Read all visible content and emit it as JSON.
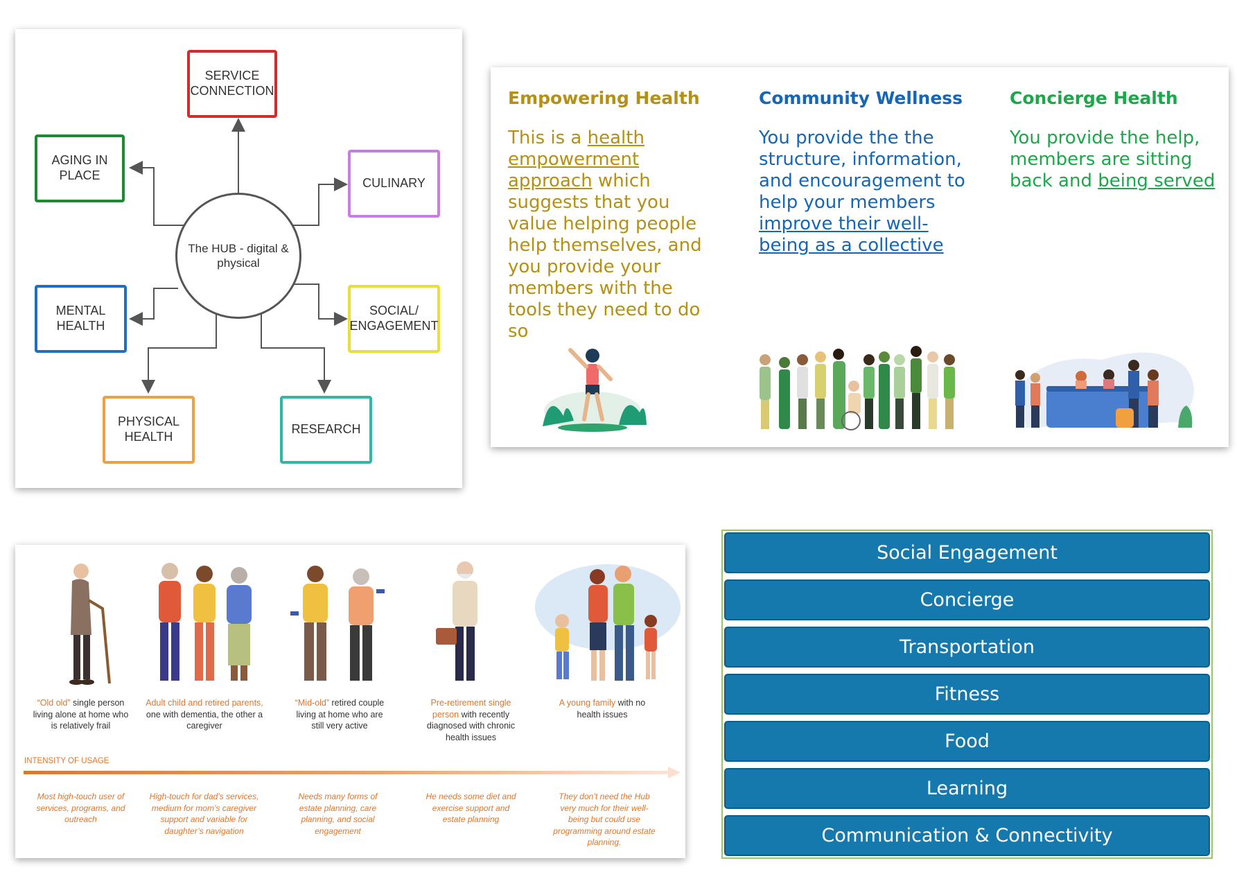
{
  "hub": {
    "center": "The HUB - digital & physical",
    "boxes": {
      "service_connection": {
        "label": "SERVICE CONNECTION",
        "color": "#d42a2a"
      },
      "aging_in_place": {
        "label": "AGING IN PLACE",
        "color": "#1e8a33"
      },
      "culinary": {
        "label": "CULINARY",
        "color": "#c77ee0"
      },
      "mental_health": {
        "label": "MENTAL HEALTH",
        "color": "#1f6fc4"
      },
      "social_engagement": {
        "label": "SOCIAL/ ENGAGEMENT",
        "color": "#e8df3a"
      },
      "physical_health": {
        "label": "PHYSICAL HEALTH",
        "color": "#f0a040"
      },
      "research": {
        "label": "RESEARCH",
        "color": "#2fb8a6"
      }
    }
  },
  "models": {
    "empowering": {
      "title": "Empowering Health",
      "color": "#b59012",
      "body_pre": "This is a ",
      "body_link": "health empowerment approach",
      "body_post": " which suggests that you value helping people help themselves, and you provide your members with the tools they need to do so"
    },
    "community": {
      "title": "Community Wellness",
      "color": "#1566b7",
      "body_pre": "You provide the the structure, information, and encouragement to help your members ",
      "body_link": "improve their well-being as a collective",
      "body_post": ""
    },
    "concierge": {
      "title": "Concierge Health",
      "color": "#1ca84a",
      "body_pre": "You provide the help, members are sitting back and ",
      "body_link": "being served",
      "body_post": ""
    }
  },
  "personas": {
    "intensity_label": "INTENSITY OF USAGE",
    "accent": "#e0762a",
    "items": [
      {
        "hl": "“Old old”",
        "rest": " single person living alone at home who is relatively frail",
        "need": "Most high-touch user of services, programs, and outreach"
      },
      {
        "hl": "Adult child and retired parents,",
        "rest": " one with dementia, the other a caregiver",
        "need": "High-touch for dad’s services, medium for mom’s caregiver support and variable for daughter’s navigation"
      },
      {
        "hl": "“Mid-old”",
        "rest": " retired couple living at home who are still very active",
        "need": "Needs many forms of estate planning, care planning, and social engagement"
      },
      {
        "hl": "Pre-retirement single person",
        "rest": " with recently diagnosed with chronic health issues",
        "need": "He needs some diet and exercise support and estate planning"
      },
      {
        "hl": "A young family",
        "rest": " with no health issues",
        "need": "They don’t need the Hub very much for their well-being but could use programming around estate planning."
      }
    ]
  },
  "services": {
    "items": [
      "Social Engagement",
      "Concierge",
      "Transportation",
      "Fitness",
      "Food",
      "Learning",
      "Communication & Connectivity"
    ],
    "bar_color": "#1679ad"
  }
}
